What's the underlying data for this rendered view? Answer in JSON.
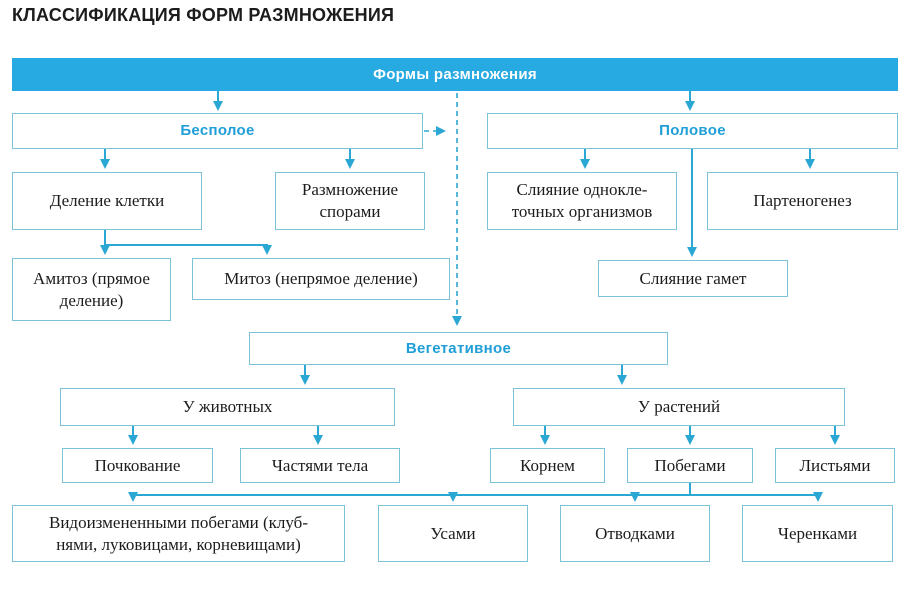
{
  "title": "КЛАССИФИКАЦИЯ ФОРМ РАЗМНОЖЕНИЯ",
  "colors": {
    "bar_fill": "#27a9e1",
    "bar_text": "#ffffff",
    "branch_label": "#209ed8",
    "box_border": "#7cc2d9",
    "connector": "#2ba7d3",
    "body_text": "#1c1c1c"
  },
  "nodes": {
    "root": {
      "label": "Формы размножения"
    },
    "bespoloe": {
      "label": "Бесполое"
    },
    "polovoe": {
      "label": "Половое"
    },
    "delenie_kletki": {
      "label": "Деление клетки"
    },
    "razmnozhenie_sporami": {
      "lines": [
        "Размножение",
        "спорами"
      ]
    },
    "amitoz": {
      "lines": [
        "Амитоз (прямое",
        "деление)"
      ]
    },
    "mitoz": {
      "label": "Митоз (непрямое деление)"
    },
    "sliyanie_odnokletochnyh": {
      "lines": [
        "Слияние однокле-",
        "точных организмов"
      ]
    },
    "partenogenez": {
      "label": "Партеногенез"
    },
    "sliyanie_gamet": {
      "label": "Слияние гамет"
    },
    "vegetativnoe": {
      "label": "Вегетативное"
    },
    "u_zhivotnyh": {
      "label": "У животных"
    },
    "u_rastenij": {
      "label": "У растений"
    },
    "pochkovanie": {
      "label": "Почкование"
    },
    "chastyami_tela": {
      "label": "Частями тела"
    },
    "kornem": {
      "label": "Корнем"
    },
    "pobegami": {
      "label": "Побегами"
    },
    "listyami": {
      "label": "Листьями"
    },
    "vidoizmenennymi_pobegami": {
      "lines": [
        "Видоизмененными побегами (клуб-",
        "нями, луковицами, корневищами)"
      ]
    },
    "usami": {
      "label": "Усами"
    },
    "otvodkami": {
      "label": "Отводками"
    },
    "cherenkami": {
      "label": "Черенками"
    }
  }
}
